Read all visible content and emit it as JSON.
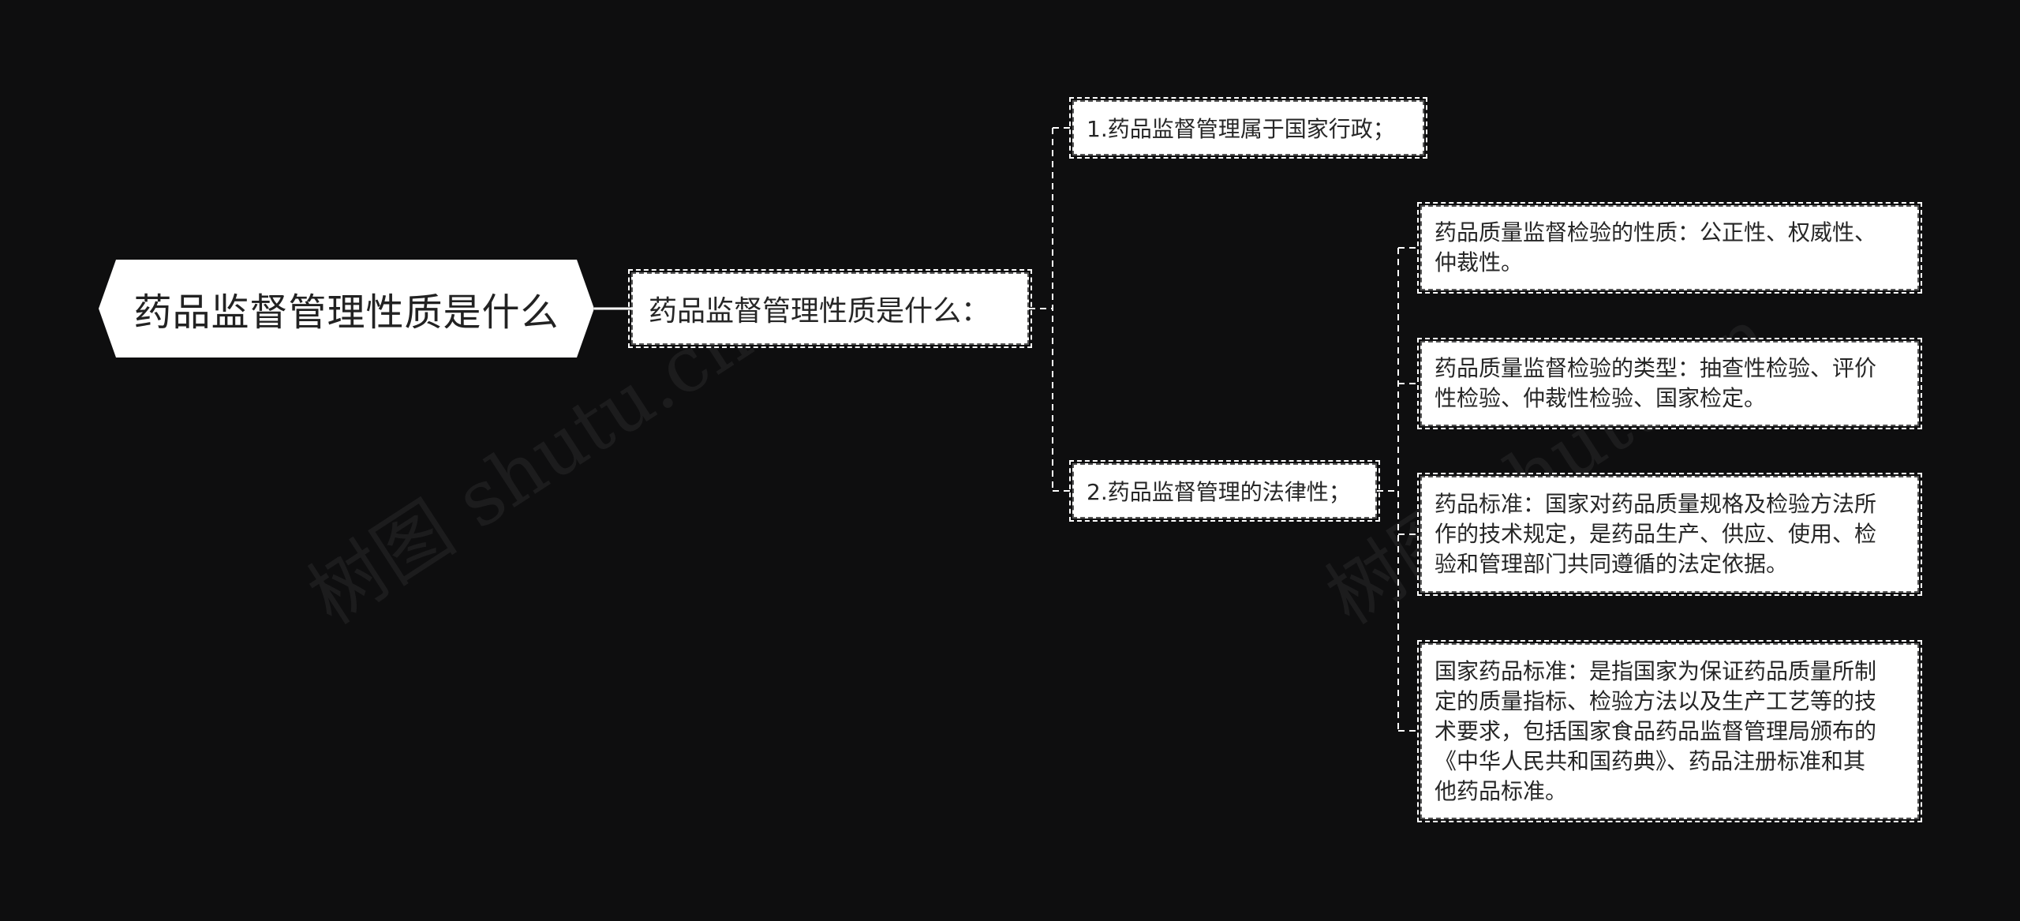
{
  "root": {
    "title": "药品监督管理性质是什么"
  },
  "level1": {
    "label": "药品监督管理性质是什么："
  },
  "level2": [
    {
      "label": "1.药品监督管理属于国家行政；"
    },
    {
      "label": "2.药品监督管理的法律性；"
    }
  ],
  "leaves": [
    {
      "text": "药品质量监督检验的性质：公正性、权威性、\n仲裁性。"
    },
    {
      "text": "药品质量监督检验的类型：抽查性检验、评价\n性检验、仲裁性检验、国家检定。"
    },
    {
      "text": "药品标准：国家对药品质量规格及检验方法所\n作的技术规定，是药品生产、供应、使用、检\n验和管理部门共同遵循的法定依据。"
    },
    {
      "text": "国家药品标准：是指国家为保证药品质量所制\n定的质量指标、检验方法以及生产工艺等的技\n术要求，包括国家食品药品监督管理局颁布的\n《中华人民共和国药典》、药品注册标准和其\n他药品标准。"
    }
  ],
  "watermark": {
    "text": "树图 shutu.cn"
  },
  "colors": {
    "background": "#0e0e0f",
    "node_fill": "#ffffff",
    "connector": "#ffffff",
    "text": "#262626"
  }
}
